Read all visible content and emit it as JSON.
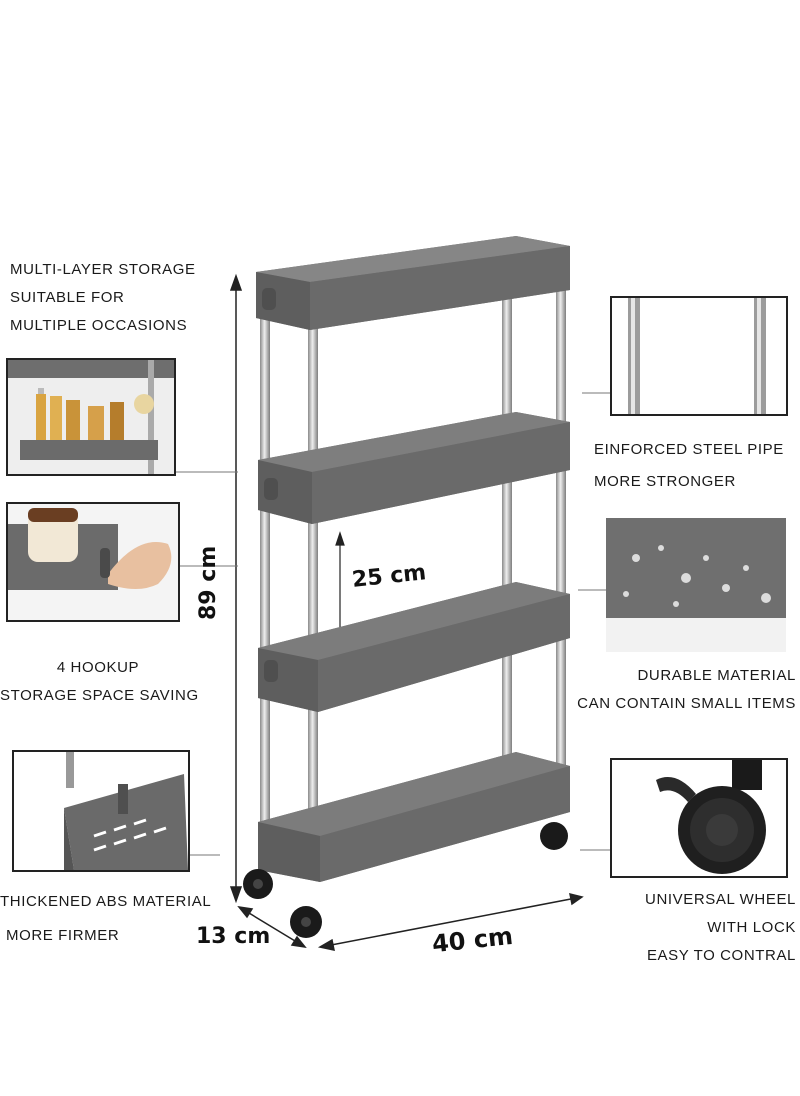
{
  "labels": {
    "multi_layer": [
      "MULTI-LAYER STORAGE",
      "SUITABLE FOR",
      "MULTIPLE OCCASIONS"
    ],
    "hookup": [
      "4 HOOKUP",
      "STORAGE SPACE SAVING"
    ],
    "abs": [
      "THICKENED ABS MATERIAL",
      "MORE FIRMER"
    ],
    "steel": [
      "EINFORCED STEEL PIPE",
      "MORE STRONGER"
    ],
    "durable": [
      "DURABLE MATERIAL",
      "CAN CONTAIN SMALL ITEMS"
    ],
    "wheel": [
      "UNIVERSAL WHEEL",
      "WITH LOCK",
      "EASY TO CONTRAL"
    ]
  },
  "dimensions": {
    "height": "89 cm",
    "shelf_gap": "25 cm",
    "depth": "13 cm",
    "width": "40 cm"
  },
  "colors": {
    "shelf": "#6b6b6b",
    "shelf_dark": "#555555",
    "pipe": "#b9b9b9",
    "wheel": "#1a1a1a"
  },
  "insets": [
    "shelf-bottles-photo",
    "hook-hand-photo",
    "abs-basket-photo",
    "steel-pipe-photo",
    "water-drops-photo",
    "caster-wheel-photo"
  ]
}
